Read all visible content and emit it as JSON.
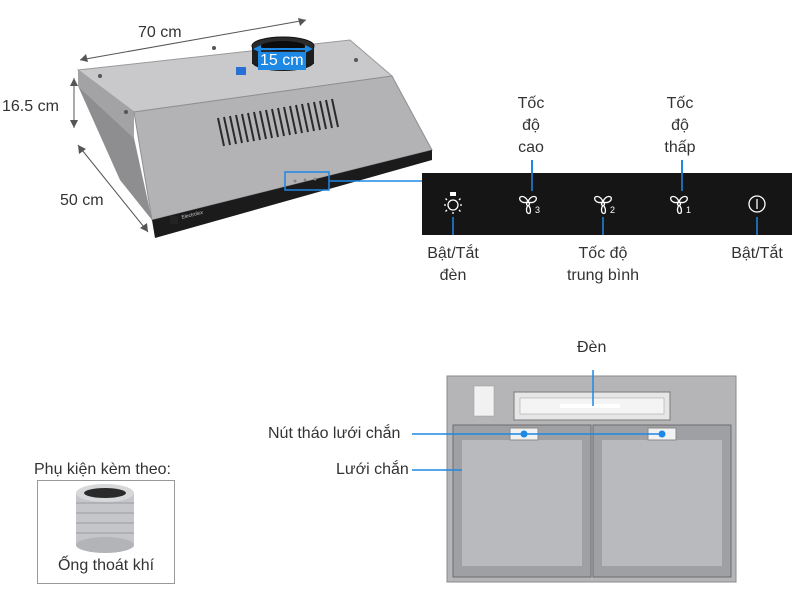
{
  "dimensions": {
    "width": "70 cm",
    "height": "16.5 cm",
    "depth": "50 cm",
    "duct_diameter": "15 cm"
  },
  "brand_mark": "Electrolux",
  "control_panel": {
    "background": "#151515",
    "button_lines": {
      "speed_high": [
        "Tốc",
        "độ",
        "cao"
      ],
      "speed_low": [
        "Tốc",
        "độ",
        "thấp"
      ],
      "light": [
        "Bật/Tắt",
        "đèn"
      ],
      "speed_medium": [
        "Tốc độ",
        "trung bình"
      ],
      "power": [
        "Bật/Tắt"
      ]
    },
    "icons": [
      {
        "name": "light-icon",
        "badge": ""
      },
      {
        "name": "fan-speed-3-icon",
        "badge": "3"
      },
      {
        "name": "fan-speed-2-icon",
        "badge": "2"
      },
      {
        "name": "fan-speed-1-icon",
        "badge": "1"
      },
      {
        "name": "power-icon",
        "badge": ""
      }
    ]
  },
  "underside": {
    "light_label": "Đèn",
    "filter_release_label": "Nút tháo lưới chắn",
    "filter_label": "Lưới chắn"
  },
  "accessory": {
    "heading": "Phụ kiện kèm theo:",
    "item_label": "Ống thoát khí"
  },
  "colors": {
    "accent_blue": "#1e88e5",
    "steel": "#b9b9bb",
    "panel_dark": "#151515"
  }
}
